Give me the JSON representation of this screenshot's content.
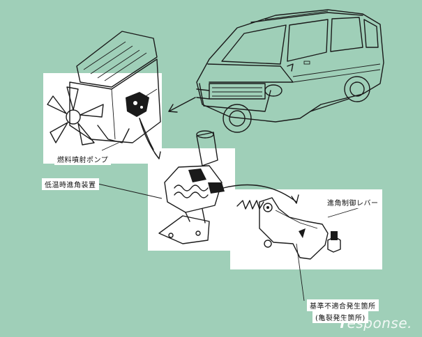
{
  "colors": {
    "background": "#9fcfb8",
    "panel": "#ffffff",
    "ink": "#1a1a1a"
  },
  "labels": {
    "fuel_injection_pump": "燃料噴射ポンプ",
    "cold_advance_device": "低温時進角装置",
    "advance_control_lever": "進角制御レバー",
    "nonconformity_location": "基準不適合発生箇所",
    "crack_location": "(亀裂発生箇所)"
  },
  "watermark": {
    "prefix": "r",
    "text": "esponse."
  }
}
